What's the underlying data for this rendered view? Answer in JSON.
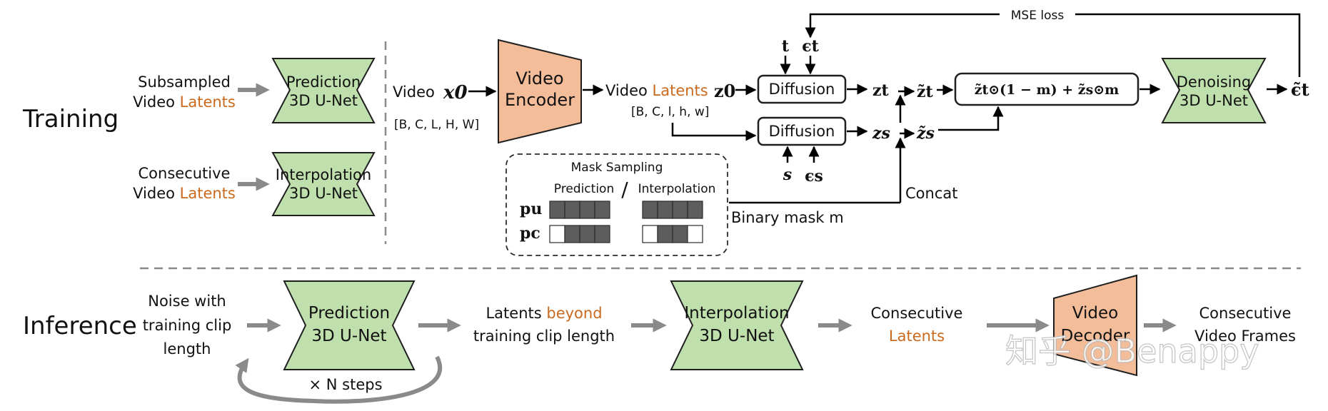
{
  "sections": {
    "training": "Training",
    "inference": "Inference"
  },
  "training": {
    "sub_line1": "Subsampled",
    "sub_line2a": "Video ",
    "sub_line2b": "Latents",
    "cons_line1": "Consecutive",
    "cons_line2a": "Video ",
    "cons_line2b": "Latents",
    "pred_net1": "Prediction",
    "pred_net2": "3D U-Net",
    "interp_net1": "Interpolation",
    "interp_net2": "3D U-Net",
    "video_label": "Video",
    "video_var": "x0",
    "video_dims": "[B, C, L, H, W]",
    "encoder1": "Video",
    "encoder2": "Encoder",
    "latents_a": "Video ",
    "latents_b": "Latents",
    "latents_var": "z0",
    "latent_dims": "[B, C, l, h, w]",
    "diffusion": "Diffusion",
    "t": "t",
    "eps_t": "ϵt",
    "s": "s",
    "eps_s": "ϵs",
    "z_t": "zt",
    "z_s": "zs",
    "zt_tilde": "z̃t",
    "zs_tilde": "z̃s",
    "combine": "z̃t⊙(1 − m) + z̃s⊙m",
    "denoise1": "Denoising",
    "denoise2": "3D U-Net",
    "eps_out": "ϵ̃t",
    "mse": "MSE loss",
    "mask_title": "Mask Sampling",
    "mask_pred": "Prediction",
    "mask_slash": "/",
    "mask_interp": "Interpolation",
    "pu": "pu",
    "pc": "pc",
    "binary_mask": "Binary mask m",
    "concat": "Concat"
  },
  "inference": {
    "noise1": "Noise with",
    "noise2": "training clip",
    "noise3": "length",
    "pred1": "Prediction",
    "pred2": "3D U-Net",
    "steps": "× N steps",
    "beyond1a": "Latents ",
    "beyond1b": "beyond",
    "beyond2": "training clip length",
    "interp1": "Interpolation",
    "interp2": "3D U-Net",
    "cons1": "Consecutive",
    "cons2": "Latents",
    "dec1": "Video",
    "dec2": "Decoder",
    "frames1": "Consecutive",
    "frames2": "Video Frames"
  },
  "mask_cells": {
    "pu_pred": [
      1,
      1,
      1,
      1
    ],
    "pu_interp": [
      1,
      1,
      1,
      1
    ],
    "pc_pred": [
      0,
      1,
      1,
      1
    ],
    "pc_interp": [
      0,
      1,
      1,
      0
    ]
  },
  "watermark": "知乎 @Benappy",
  "colors": {
    "green": "#bfe0ad",
    "peach": "#f4bd9a",
    "orange": "#c96a1e",
    "gray_arrow": "#8a8a8a"
  }
}
